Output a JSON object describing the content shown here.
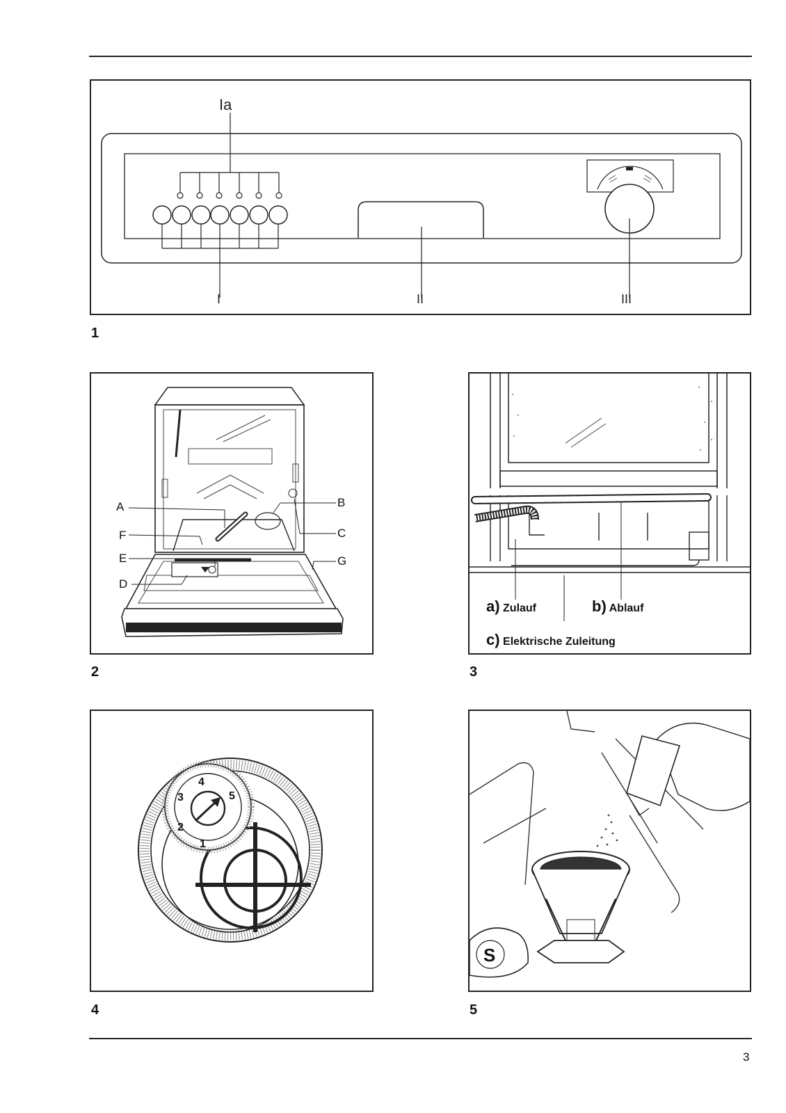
{
  "page_number": "3",
  "figures": [
    {
      "number": "1",
      "labels": {
        "ia": "Ia",
        "i": "I",
        "ii": "II",
        "iii": "III"
      }
    },
    {
      "number": "2",
      "labels": {
        "a": "A",
        "b": "B",
        "c": "C",
        "d": "D",
        "e": "E",
        "f": "F",
        "g": "G"
      }
    },
    {
      "number": "3",
      "captions": {
        "a_letter": "a)",
        "a_text": "Zulauf",
        "b_letter": "b)",
        "b_text": "Ablauf",
        "c_letter": "c)",
        "c_text": "Elektrische Zuleitung"
      }
    },
    {
      "number": "4",
      "dial": [
        "1",
        "2",
        "3",
        "4",
        "5"
      ]
    },
    {
      "number": "5",
      "cap_symbol": "S"
    }
  ]
}
